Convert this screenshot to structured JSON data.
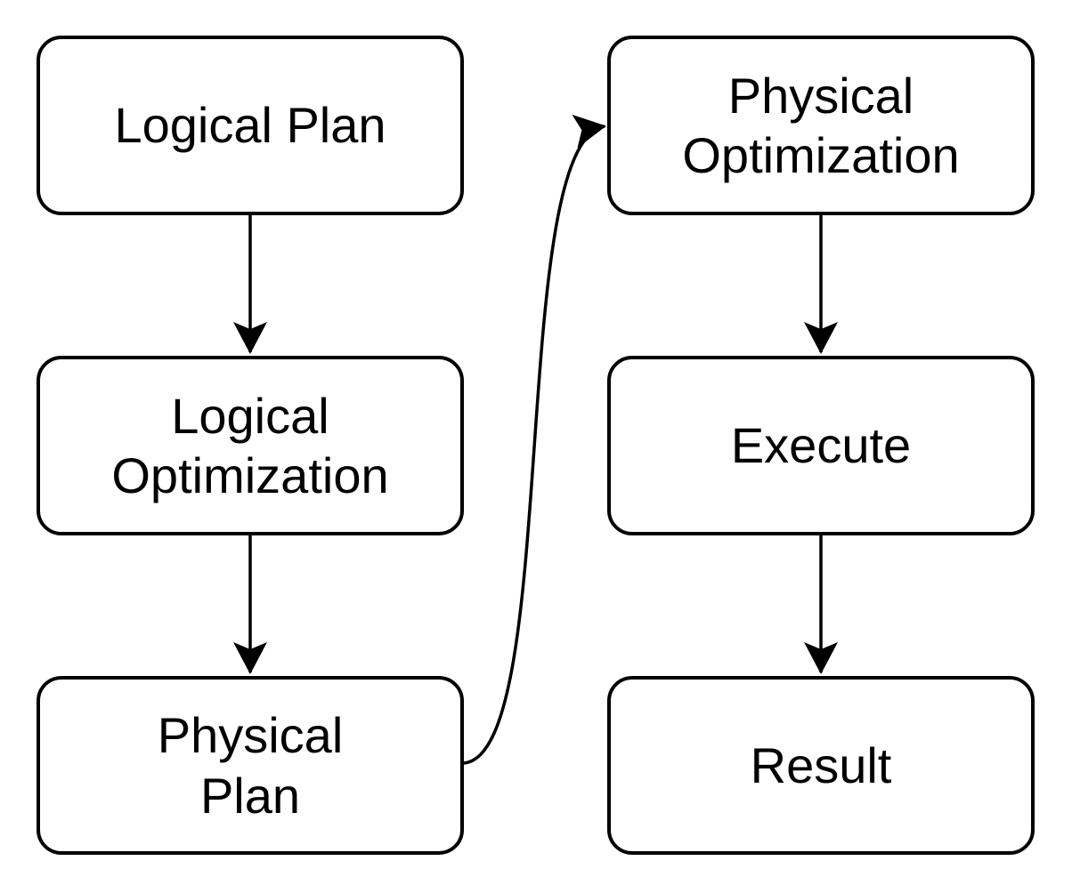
{
  "diagram": {
    "background": "#ffffff",
    "stroke_color": "#000000",
    "text_color": "#000000",
    "nodes": [
      {
        "id": "logical-plan",
        "label": "Logical Plan"
      },
      {
        "id": "logical-optimization",
        "label": "Logical\nOptimization"
      },
      {
        "id": "physical-plan",
        "label": "Physical\nPlan"
      },
      {
        "id": "physical-optimization",
        "label": "Physical\nOptimization"
      },
      {
        "id": "execute",
        "label": "Execute"
      },
      {
        "id": "result",
        "label": "Result"
      }
    ],
    "edges": [
      {
        "from": "logical-plan",
        "to": "logical-optimization"
      },
      {
        "from": "logical-optimization",
        "to": "physical-plan"
      },
      {
        "from": "physical-plan",
        "to": "physical-optimization"
      },
      {
        "from": "physical-optimization",
        "to": "execute"
      },
      {
        "from": "execute",
        "to": "result"
      }
    ]
  }
}
